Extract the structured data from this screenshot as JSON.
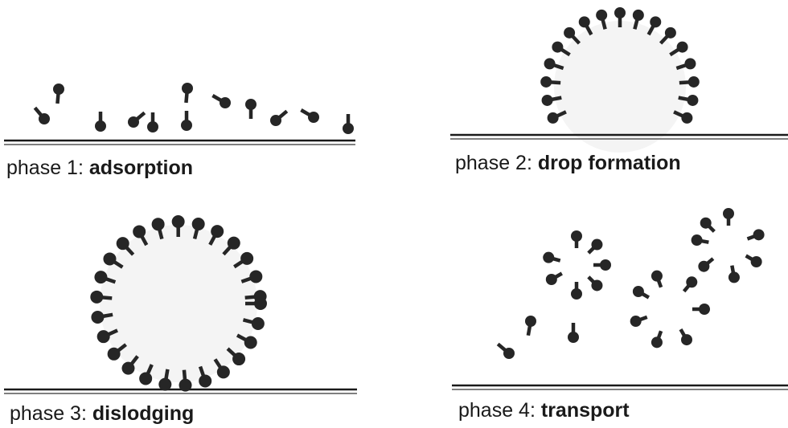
{
  "panels": [
    {
      "id": "phase-1",
      "prefix": "phase 1:",
      "name": "adsorption"
    },
    {
      "id": "phase-2",
      "prefix": "phase 2:",
      "name": "drop formation"
    },
    {
      "id": "phase-3",
      "prefix": "phase 3:",
      "name": "dislodging"
    },
    {
      "id": "phase-4",
      "prefix": "phase 4:",
      "name": "transport"
    }
  ],
  "colors": {
    "ink": "#1a1a1a",
    "molecule": "#262626",
    "droplet": "#f4f4f4"
  }
}
